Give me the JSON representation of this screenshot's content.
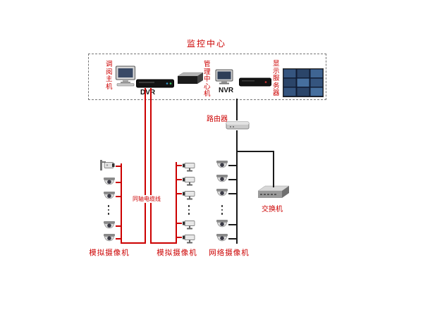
{
  "title": "监控中心",
  "colors": {
    "accent_red": "#cc0000",
    "line_dark": "#1a1a1a"
  },
  "monitoring_center": {
    "review_host": "调阅主机",
    "dvr": "DVR",
    "management": "管理中心机",
    "nvr": "NVR",
    "display_server": "显示服务器"
  },
  "network": {
    "router": "路由器",
    "switch": "交换机",
    "coax_label": "同轴电缆线"
  },
  "camera_groups": [
    {
      "label": "模拟摄像机",
      "camera_type": "ptz-and-dome",
      "cable": "coax",
      "visible_count": 5
    },
    {
      "label": "模拟摄像机",
      "camera_type": "bullet",
      "cable": "coax",
      "visible_count": 5
    },
    {
      "label": "网络摄像机",
      "camera_type": "dome",
      "cable": "ethernet",
      "visible_count": 5
    }
  ]
}
